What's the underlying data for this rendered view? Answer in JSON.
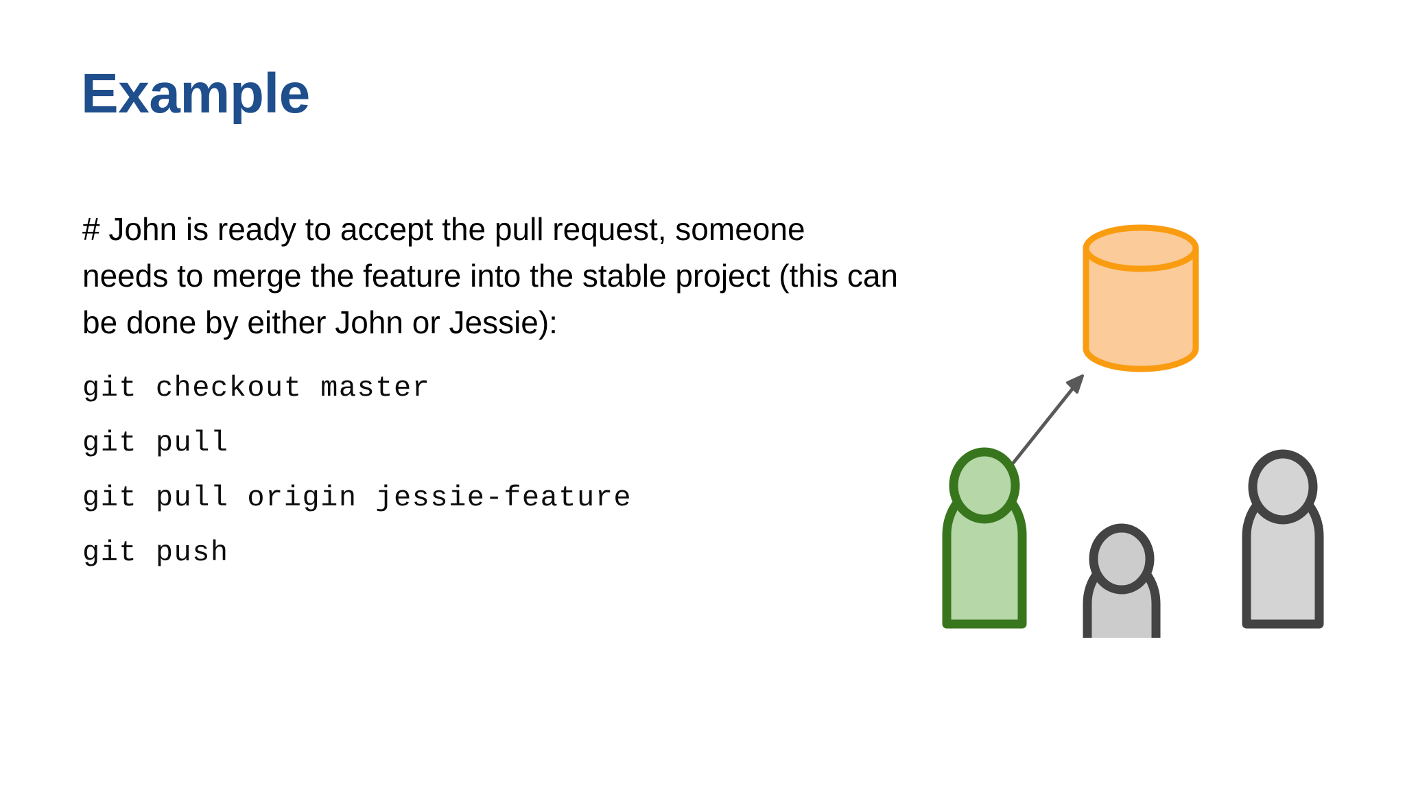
{
  "slide": {
    "title": "Example",
    "title_color": "#1F4E8C",
    "background_color": "#FFFFFF"
  },
  "body": {
    "paragraph": "# John is ready to accept the pull request, someone needs to merge the feature into the stable project (this can be done by either John or Jessie):",
    "text_color": "#000000"
  },
  "code": {
    "lines": [
      "git checkout master",
      "git pull",
      "git pull origin jessie-feature",
      "git push"
    ],
    "text_color": "#0D0D0D"
  },
  "diagram": {
    "repository": {
      "label": "remote-repository-cylinder",
      "stroke_color": "#F99C10",
      "fill_color": "#FBCB99"
    },
    "arrow": {
      "label": "push-arrow",
      "color": "#595959",
      "direction": "from-green-person-to-repository"
    },
    "people": [
      {
        "name": "person-green",
        "stroke_color": "#38761D",
        "fill_color": "#B6D7A8"
      },
      {
        "name": "person-gray-middle",
        "stroke_color": "#434343",
        "fill_color": "#CCCCCC"
      },
      {
        "name": "person-gray-right",
        "stroke_color": "#434343",
        "fill_color": "#D4D4D4"
      }
    ]
  }
}
